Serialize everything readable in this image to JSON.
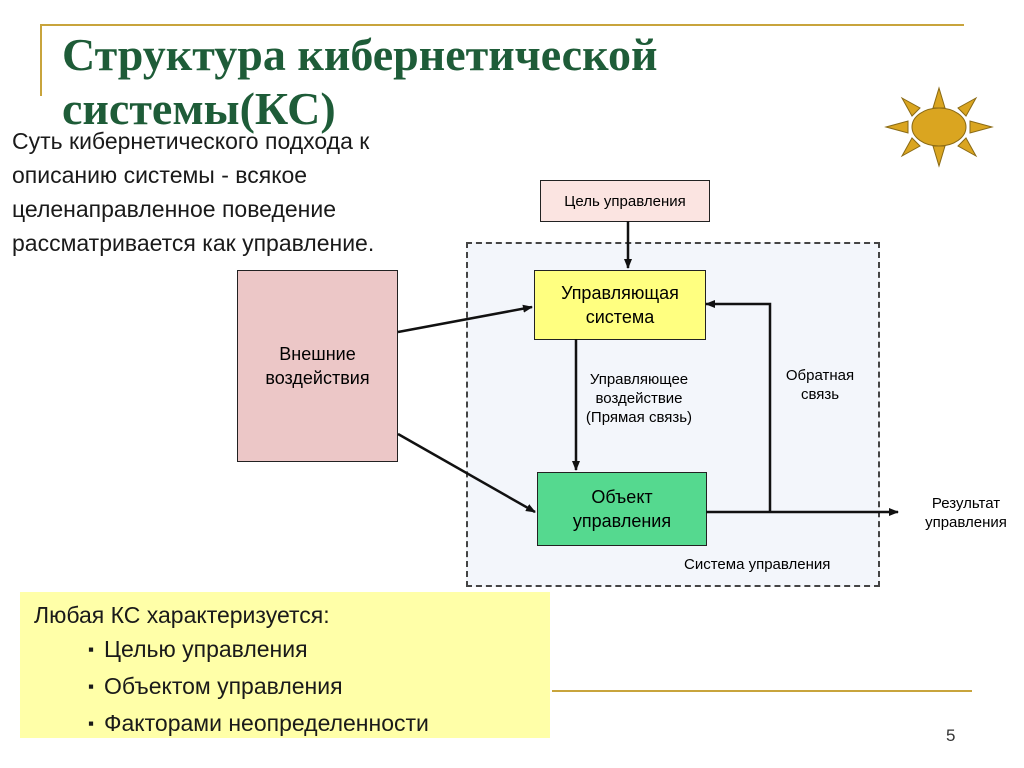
{
  "slide": {
    "title": "Структура кибернетической системы(КС)",
    "intro": "Суть кибернетического подхода к описанию системы -  всякое целенаправленное поведение рассматривается как управление.",
    "page_number": "5"
  },
  "diagram": {
    "goal": "Цель управления",
    "external": "Внешние воздействия",
    "control_system": "Управляющая система",
    "control_object": "Объект управления",
    "direct_link": "Управляющее воздействие (Прямая связь)",
    "feedback": "Обратная связь",
    "result": "Результат управления",
    "system_label": "Система управления"
  },
  "summary": {
    "heading": "Любая КС характеризуется:",
    "items": [
      "Целью управления",
      "Объектом управления",
      "Факторами неопределенности"
    ]
  },
  "colors": {
    "title": "#1e5c38",
    "accent_line": "#c8a43c",
    "sun": "#daa520",
    "control_box": "#ffff80",
    "object_box": "#55d98f",
    "external_box": "#ecc7c7",
    "goal_box": "#fbe4e1",
    "summary_box": "#ffffa8"
  },
  "icons": {
    "decoration": "sun-icon"
  }
}
